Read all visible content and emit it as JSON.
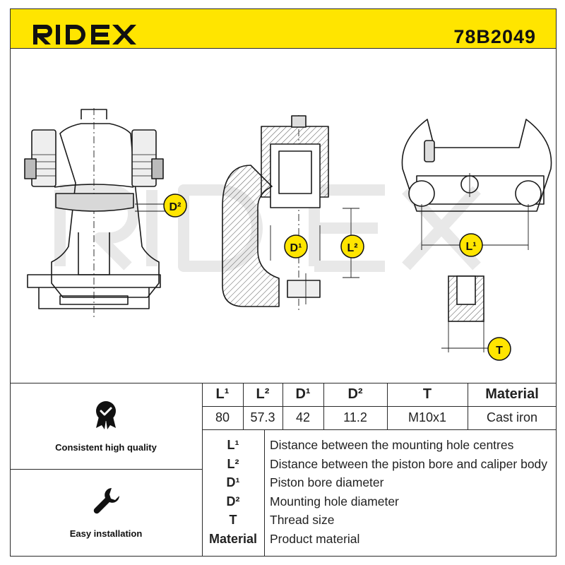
{
  "brand": {
    "logo_text": "RIDEX",
    "part_number": "78B2049",
    "accent_color": "#ffe500"
  },
  "drawing_labels": {
    "d2": "D²",
    "d1": "D¹",
    "l2": "L²",
    "l1": "L¹",
    "t": "T"
  },
  "features": [
    {
      "icon": "quality-badge-icon",
      "label": "Consistent high quality"
    },
    {
      "icon": "wrench-icon",
      "label": "Easy installation"
    }
  ],
  "spec_table": {
    "headers": [
      "L¹",
      "L²",
      "D¹",
      "D²",
      "T",
      "Material"
    ],
    "values": [
      "80",
      "57.3",
      "42",
      "11.2",
      "M10x1",
      "Cast iron"
    ]
  },
  "legend": [
    {
      "key": "L¹",
      "text": "Distance between the mounting hole centres"
    },
    {
      "key": "L²",
      "text": "Distance between the piston bore and caliper body"
    },
    {
      "key": "D¹",
      "text": "Piston bore diameter"
    },
    {
      "key": "D²",
      "text": "Mounting hole diameter"
    },
    {
      "key": "T",
      "text": "Thread size"
    },
    {
      "key": "Material",
      "text": "Product material"
    }
  ]
}
